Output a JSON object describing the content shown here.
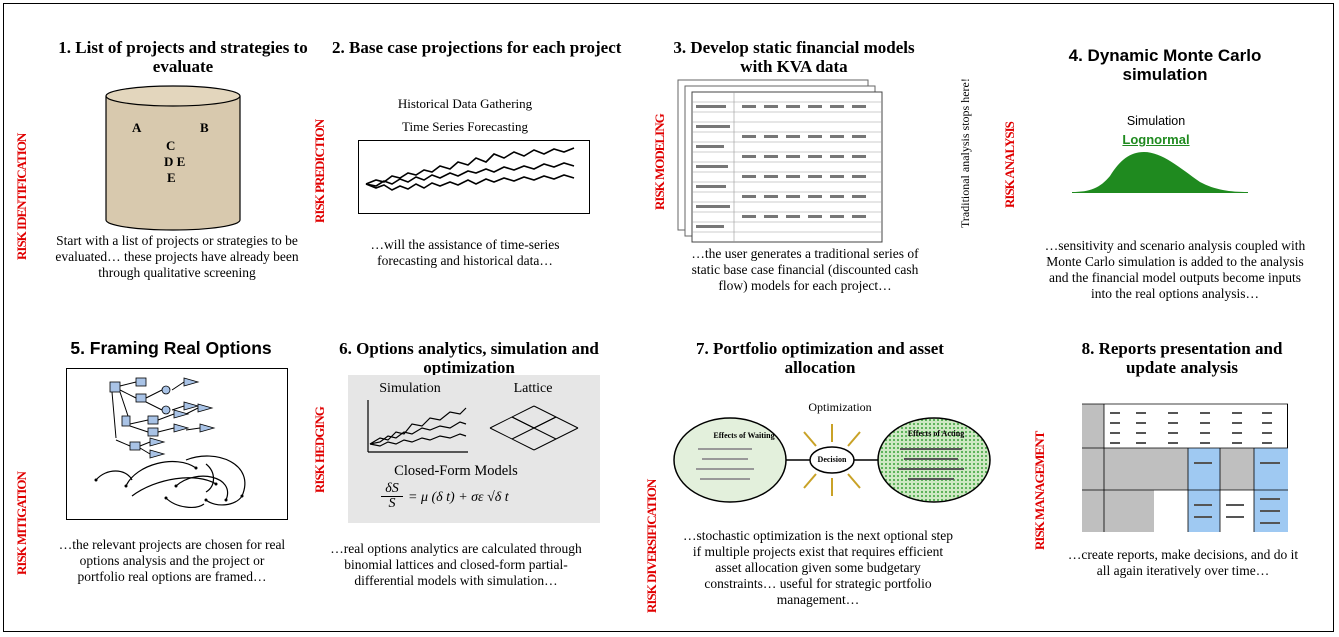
{
  "steps": [
    {
      "title": "1. List of projects and strategies to evaluate",
      "label": "RISK IDENTIFICATION",
      "desc": "Start with a list of projects or strategies to be evaluated… these projects have already been through qualitative screening"
    },
    {
      "title": "2. Base case projections for each project",
      "label": "RISK PREDICTION",
      "desc": "…will the assistance of time-series forecasting and historical data…"
    },
    {
      "title": "3. Develop static financial models with KVA data",
      "label": "RISK MODELING",
      "desc": "…the user generates a traditional series of static base case financial (discounted cash flow) models for each project…"
    },
    {
      "title": "4. Dynamic Monte Carlo simulation",
      "label": "RISK ANALYSIS",
      "desc": "…sensitivity and scenario analysis coupled with Monte Carlo simulation is added to the analysis and the financial model outputs become inputs into the real options analysis…"
    },
    {
      "title": "5. Framing Real Options",
      "label": "RISK MITIGATION",
      "desc": "…the relevant projects are chosen for real options analysis and the project or portfolio real options are framed…"
    },
    {
      "title": "6. Options analytics, simulation and optimization",
      "label": "RISK HEDGING",
      "desc": "…real options analytics are calculated through binomial lattices and closed-form partial-differential models with simulation…"
    },
    {
      "title": "7. Portfolio optimization and asset allocation",
      "label": "RISK DIVERSIFICATION",
      "desc": "…stochastic optimization is the next optional step if multiple projects exist that requires efficient asset allocation given some budgetary constraints… useful for strategic portfolio management…"
    },
    {
      "title": "8. Reports presentation and update analysis",
      "label": "RISK MANAGEMENT",
      "desc": "…create reports, make decisions, and do it all again iteratively over time…"
    }
  ],
  "cylinder_letters": [
    "A",
    "B",
    "C",
    "D E",
    "E"
  ],
  "base_case": {
    "line1": "Historical Data Gathering",
    "line2": "Time Series Forecasting"
  },
  "traditional_note": "Traditional analysis stops here!",
  "monte_carlo": {
    "caption": "Simulation",
    "dist": "Lognormal"
  },
  "options_panel": {
    "sim": "Simulation",
    "lattice": "Lattice",
    "closed": "Closed-Form Models",
    "formula": "δS/S = μ(δt) + σε√δt"
  },
  "optimization": {
    "caption": "Optimization",
    "decision": "Decision",
    "waiting": "Effects of Waiting",
    "acting": "Effects of Acting"
  },
  "colors": {
    "label_red": "#e00000",
    "green": "#1f8a1f",
    "cylinder": "#d8c9ae",
    "panel": "#e6e6e6",
    "report_blue": "#9fc9f2"
  }
}
